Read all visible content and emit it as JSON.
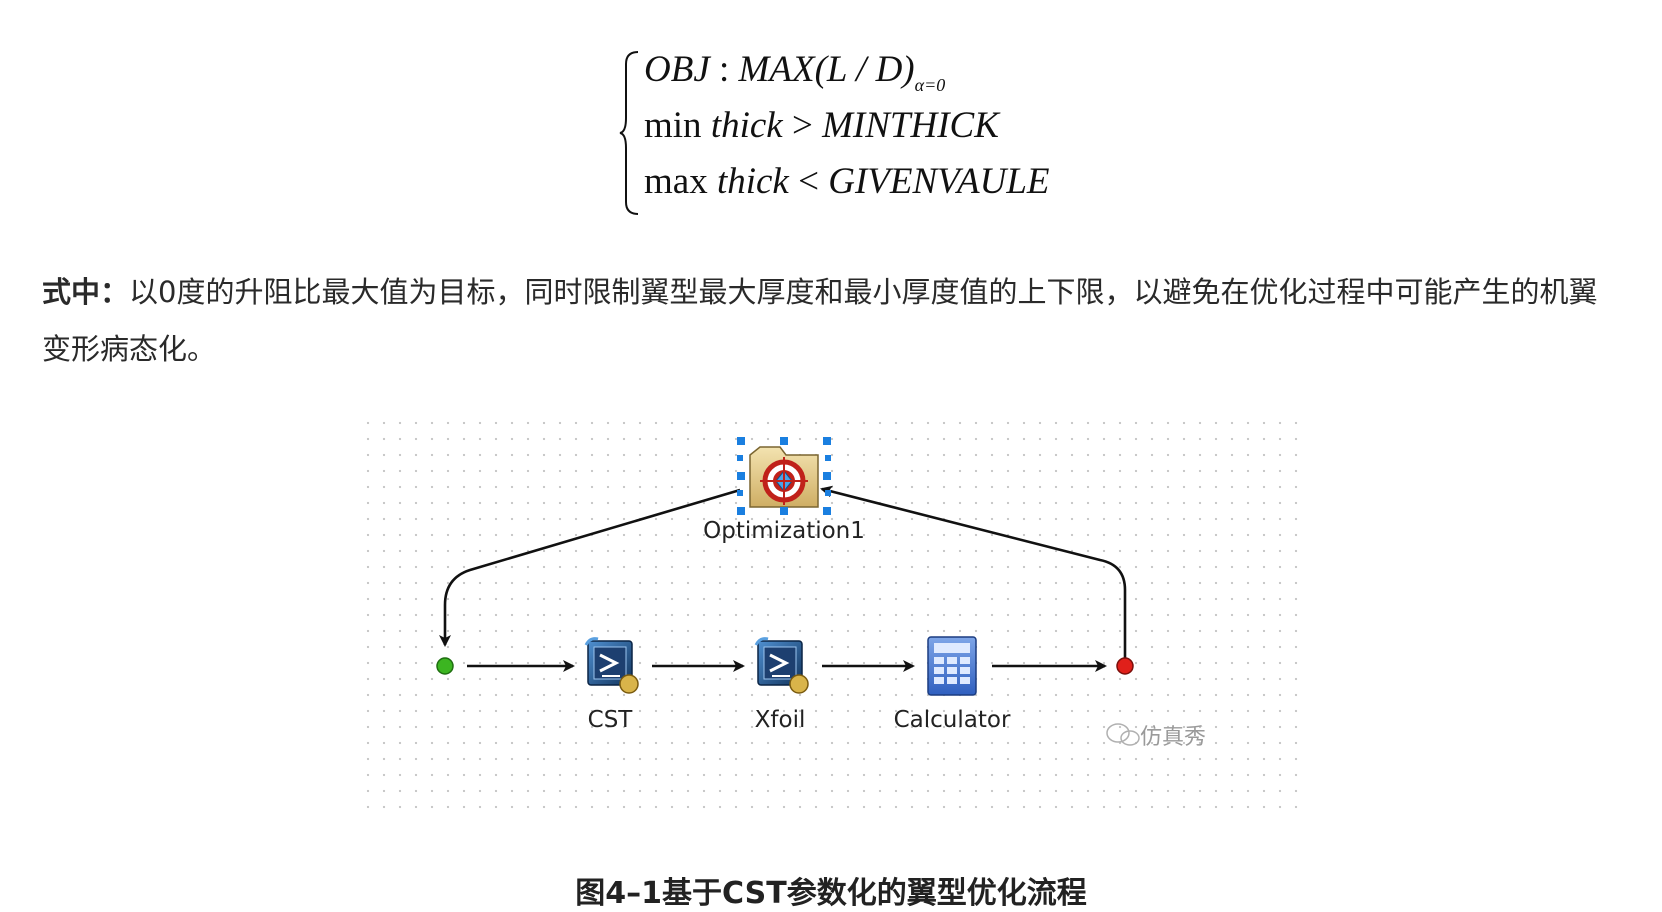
{
  "formula": {
    "line1": {
      "obj": "OBJ",
      "sep": " : ",
      "max": "MAX",
      "expr": "(L / D)",
      "sub": "α=0"
    },
    "line2": {
      "fn": "min",
      "var": "thick",
      "op": " > ",
      "bound": "MINTHICK"
    },
    "line3": {
      "fn": "max",
      "var": "thick",
      "op": " < ",
      "bound": "GIVENVAULE"
    }
  },
  "paragraph": {
    "lead": "式中：",
    "text": "以0度的升阻比最大值为目标，同时限制翼型最大厚度和最小厚度值的上下限，以避免在优化过程中可能产生的机翼变形病态化。"
  },
  "diagram": {
    "nodes": {
      "optimization": "Optimization1",
      "cst": "CST",
      "xfoil": "Xfoil",
      "calculator": "Calculator"
    },
    "watermark": "仿真秀",
    "colors": {
      "start": "#3cb521",
      "end": "#e0201a",
      "selection": "#1a7fe0",
      "arrow": "#111111"
    }
  },
  "caption": "图4–1基于CST参数化的翼型优化流程"
}
